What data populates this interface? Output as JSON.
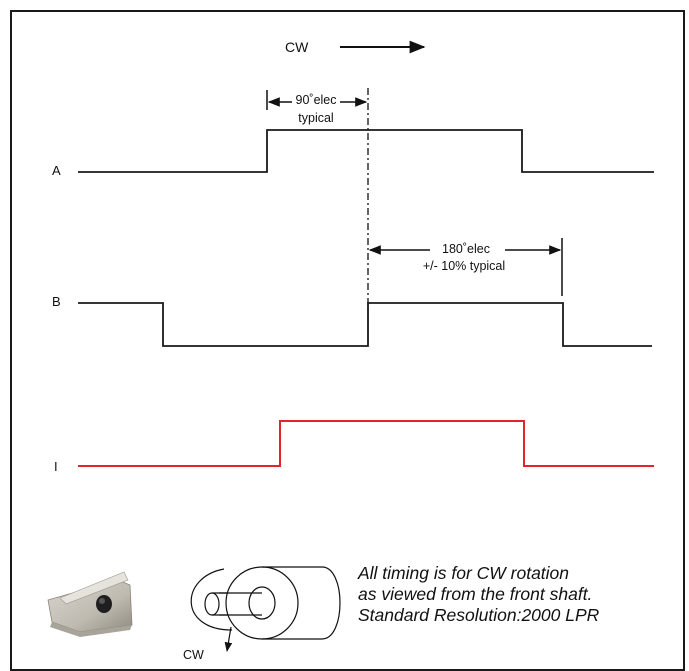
{
  "direction_label": "CW",
  "signals": {
    "a": {
      "label": "A"
    },
    "b": {
      "label": "B"
    },
    "i": {
      "label": "I"
    }
  },
  "annotations": {
    "phase_line1": "90˚elec",
    "phase_line2": "typical",
    "width_line1": "180˚elec",
    "width_line2": "+/- 10% typical"
  },
  "shaft": {
    "rotation_label": "CW"
  },
  "note": {
    "line1": "All timing is for CW rotation",
    "line2": "as viewed from the front shaft.",
    "line3": "Standard Resolution:2000 LPR"
  },
  "colors": {
    "trace": "#1a1a1a",
    "index_trace": "#e0262b",
    "frame": "#1a1a1a"
  }
}
